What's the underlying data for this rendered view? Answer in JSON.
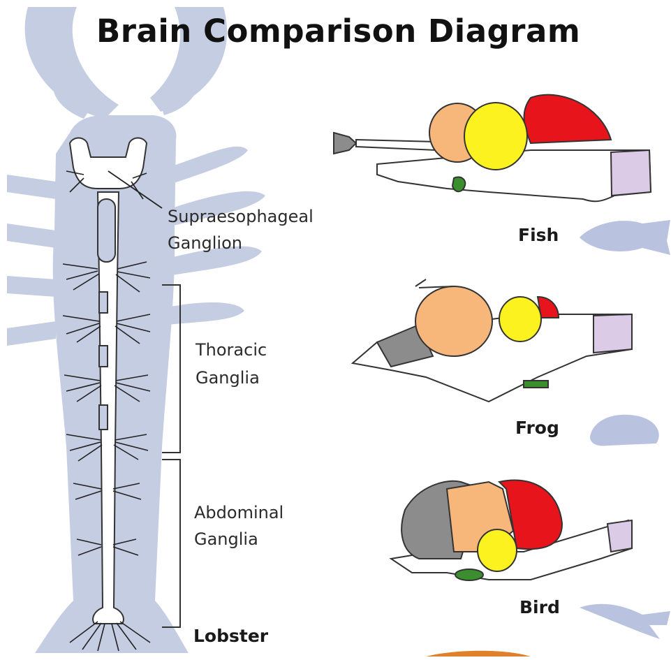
{
  "title": "Brain Comparison Diagram",
  "labels": {
    "supra_line1": "Supraesophageal",
    "supra_line2": "Ganglion",
    "thoracic_line1": "Thoracic",
    "thoracic_line2": "Ganglia",
    "abdominal_line1": "Abdominal",
    "abdominal_line2": "Ganglia"
  },
  "animals": {
    "lobster": "Lobster",
    "fish": "Fish",
    "frog": "Frog",
    "bird": "Bird"
  },
  "colors": {
    "body_blue": "#c5cde3",
    "nerve_fill": "#ffffff",
    "olfactory_gray": "#8c8c8c",
    "cerebrum_orange": "#f7b67a",
    "optic_yellow": "#fbf21f",
    "cerebellum_red": "#e8141b",
    "medulla_lilac": "#dccbe6",
    "pituitary_green": "#3b8e2e"
  }
}
